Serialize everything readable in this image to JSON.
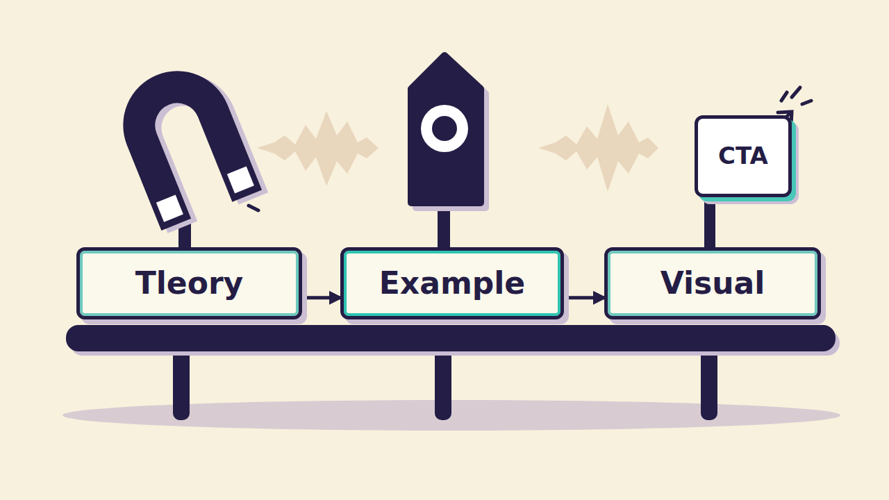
{
  "diagram": {
    "nodes": [
      {
        "text": [
          "Tleory"
        ]
      },
      {
        "text": [
          "Example"
        ]
      },
      {
        "text": [
          "Visual"
        ]
      },
      {
        "text": [
          "CTA"
        ]
      }
    ],
    "edges": [
      {
        "from": 0,
        "to": 1,
        "arrow": "to"
      },
      {
        "from": 1,
        "to": 2,
        "arrow": "to"
      },
      {
        "from": 3,
        "to": 2,
        "arrow": "none"
      }
    ]
  }
}
